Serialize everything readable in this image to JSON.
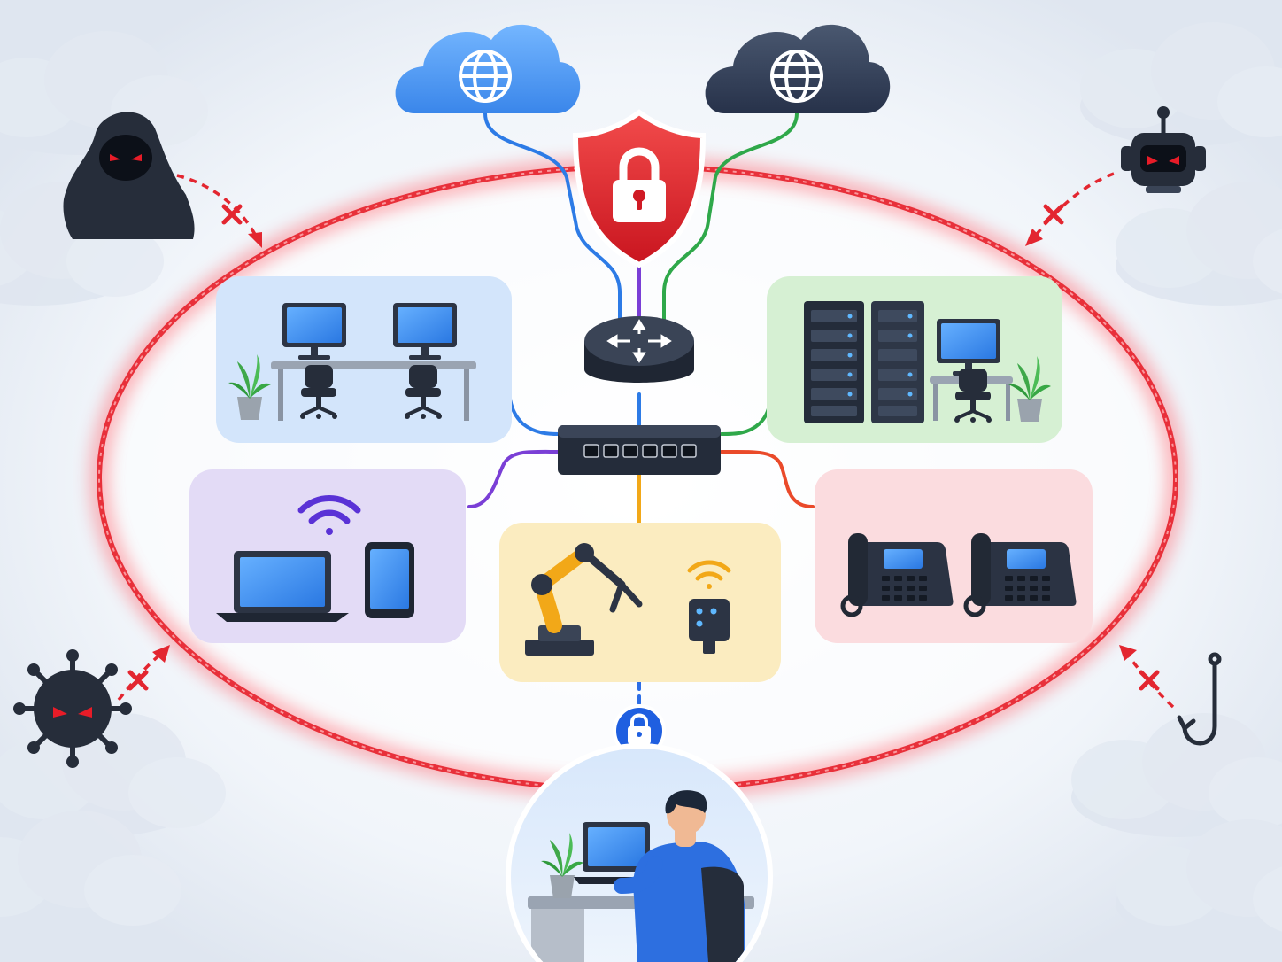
{
  "diagram": {
    "perimeter": {
      "color": "#e8303a",
      "style": "glowing-ellipse"
    },
    "internet_clouds": [
      {
        "name": "public-cloud",
        "icon": "globe-icon",
        "color": "#3f8ff0"
      },
      {
        "name": "private-cloud",
        "icon": "globe-icon",
        "color": "#2e3b52"
      }
    ],
    "gateway": {
      "icon": "shield-lock-icon",
      "color": "#e3262f"
    },
    "core": {
      "router_icon": "router-icon",
      "switch_icon": "network-switch-icon"
    },
    "zones": [
      {
        "name": "office-workstations",
        "icons": [
          "monitor-icon",
          "desk-icon",
          "chair-icon",
          "plant-icon"
        ],
        "fill": "#d3e5fb",
        "link_color": "#2d7be6"
      },
      {
        "name": "server-room",
        "icons": [
          "server-rack-icon",
          "monitor-icon",
          "chair-icon",
          "plant-icon"
        ],
        "fill": "#d6f0d3",
        "link_color": "#2fa84a"
      },
      {
        "name": "wireless-devices",
        "icons": [
          "wifi-icon",
          "laptop-icon",
          "smartphone-icon"
        ],
        "fill": "#e3dbf6",
        "link_color": "#7a3fd6"
      },
      {
        "name": "industrial-iot",
        "icons": [
          "robot-arm-icon",
          "iot-sensor-icon",
          "wifi-icon"
        ],
        "fill": "#fbecc0",
        "link_color": "#f2a818"
      },
      {
        "name": "voip-phones",
        "icons": [
          "desk-phone-icon",
          "desk-phone-icon"
        ],
        "fill": "#fbdcdf",
        "link_color": "#ea4a2a"
      }
    ],
    "remote_access": {
      "icons": [
        "vpn-lock-icon",
        "remote-worker-icon",
        "laptop-icon",
        "plant-icon"
      ],
      "link_style": "dashed",
      "link_color": "#2d6ee6"
    },
    "threats": [
      {
        "name": "hacker",
        "icon": "hooded-hacker-icon",
        "blocked": true
      },
      {
        "name": "malicious-bot",
        "icon": "bot-icon",
        "blocked": true
      },
      {
        "name": "malware",
        "icon": "virus-icon",
        "blocked": true
      },
      {
        "name": "phishing",
        "icon": "fishhook-icon",
        "blocked": true
      }
    ],
    "colors": {
      "threat_arrow": "#e32630",
      "block_mark": "#e32630",
      "device_dark": "#2c3444",
      "screen": "#3d8ef2"
    }
  }
}
